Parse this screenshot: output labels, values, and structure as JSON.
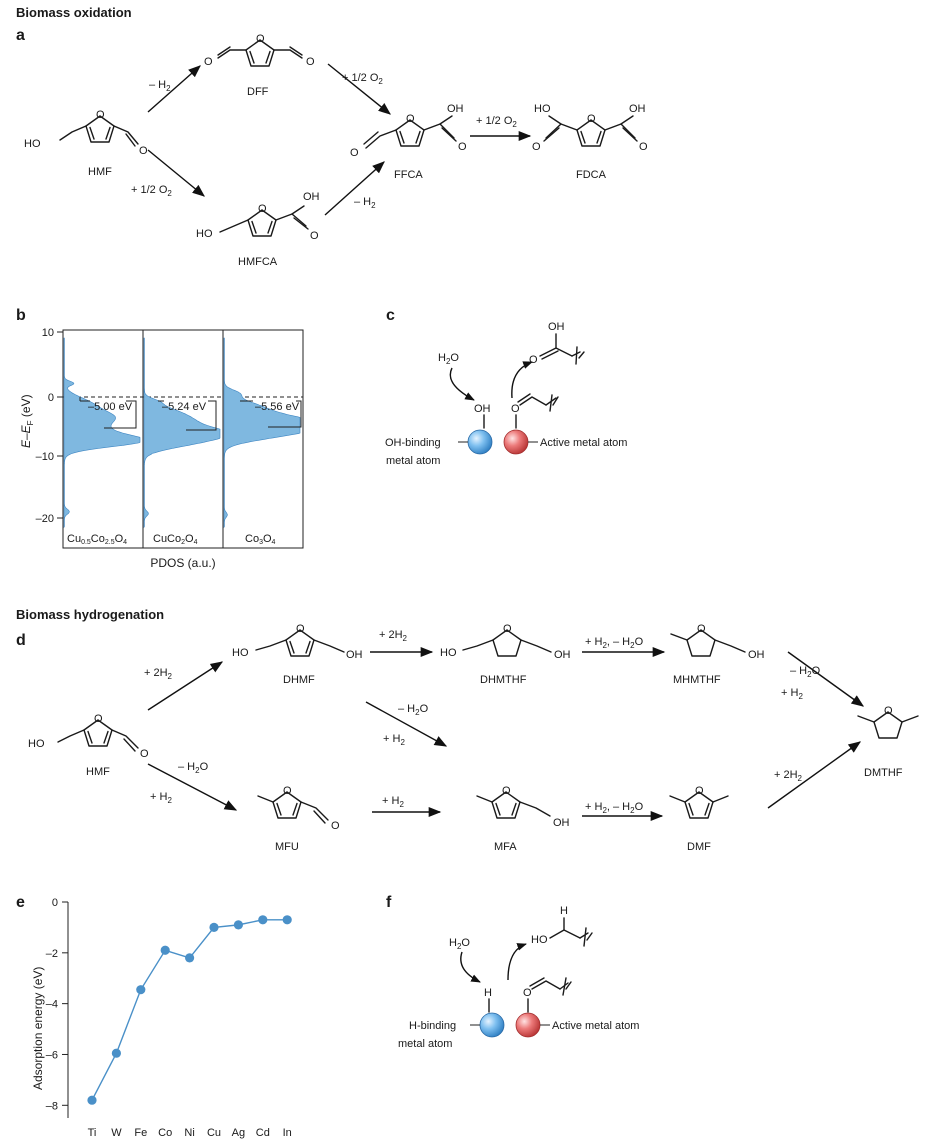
{
  "headings": {
    "oxidation": "Biomass oxidation",
    "hydrogenation": "Biomass hydrogenation"
  },
  "panels": {
    "a": "a",
    "b": "b",
    "c": "c",
    "d": "d",
    "e": "e",
    "f": "f"
  },
  "panel_a": {
    "compounds": {
      "hmf": "HMF",
      "dff": "DFF",
      "hmfca": "HMFCA",
      "ffca": "FFCA",
      "fdca": "FDCA"
    },
    "atoms": {
      "ho": "HO",
      "oh": "OH",
      "o": "O"
    },
    "reactions": {
      "minus_h2": "– H",
      "half_o2": "+ 1/2 O"
    }
  },
  "panel_b": {
    "ylabel": "E–E",
    "ylabel_sub": "F",
    "ylabel_unit": "(eV)",
    "xlabel": "PDOS (a.u.)",
    "yticks": [
      "10",
      "0",
      "–10",
      "–20"
    ],
    "columns": [
      {
        "label": "Cu0.5Co2.5O4",
        "shift": "–5.00 eV",
        "shift_value": -5.0
      },
      {
        "label": "CuCo2O4",
        "shift": "–5.24 eV",
        "shift_value": -5.24
      },
      {
        "label": "Co3O4",
        "shift": "–5.56 eV",
        "shift_value": -5.56
      }
    ],
    "fill_color": "#7fb8e0"
  },
  "panel_c": {
    "water": "H",
    "oh": "OH",
    "o": "O",
    "oh_binding": "OH-binding",
    "metal_atom": "metal atom",
    "active_metal": "Active metal atom"
  },
  "panel_d": {
    "compounds": {
      "hmf": "HMF",
      "dhmf": "DHMF",
      "dhmthf": "DHMTHF",
      "mhmthf": "MHMTHF",
      "dmthf": "DMTHF",
      "mfu": "MFU",
      "mfa": "MFA",
      "dmf": "DMF"
    },
    "atoms": {
      "ho": "HO",
      "oh": "OH",
      "o": "O"
    },
    "reactions": {
      "plus_2h2": "+ 2H",
      "minus_h2o": "– H",
      "plus_h2": "+ H",
      "h2_minus_h2o": "+ H"
    }
  },
  "chart_data": {
    "type": "line",
    "categories": [
      "Ti",
      "W",
      "Fe",
      "Co",
      "Ni",
      "Cu",
      "Ag",
      "Cd",
      "In"
    ],
    "values": [
      -7.8,
      -5.95,
      -3.45,
      -1.9,
      -2.2,
      -1.0,
      -0.9,
      -0.7,
      -0.7
    ],
    "ylabel": "Adsorption energy (eV)",
    "ylim": [
      -8.5,
      0
    ],
    "yticks": [
      0,
      -2,
      -4,
      -6,
      -8
    ],
    "color": "#4a90c8",
    "grid": false
  },
  "panel_f": {
    "water": "H",
    "h": "H",
    "ho": "HO",
    "o": "O",
    "h_binding": "H-binding",
    "metal_atom": "metal atom",
    "active_metal": "Active metal atom"
  },
  "colors": {
    "blue_atom": "#5aa8e6",
    "red_atom": "#e05a5a",
    "pdos_fill": "#7fb8e0"
  }
}
